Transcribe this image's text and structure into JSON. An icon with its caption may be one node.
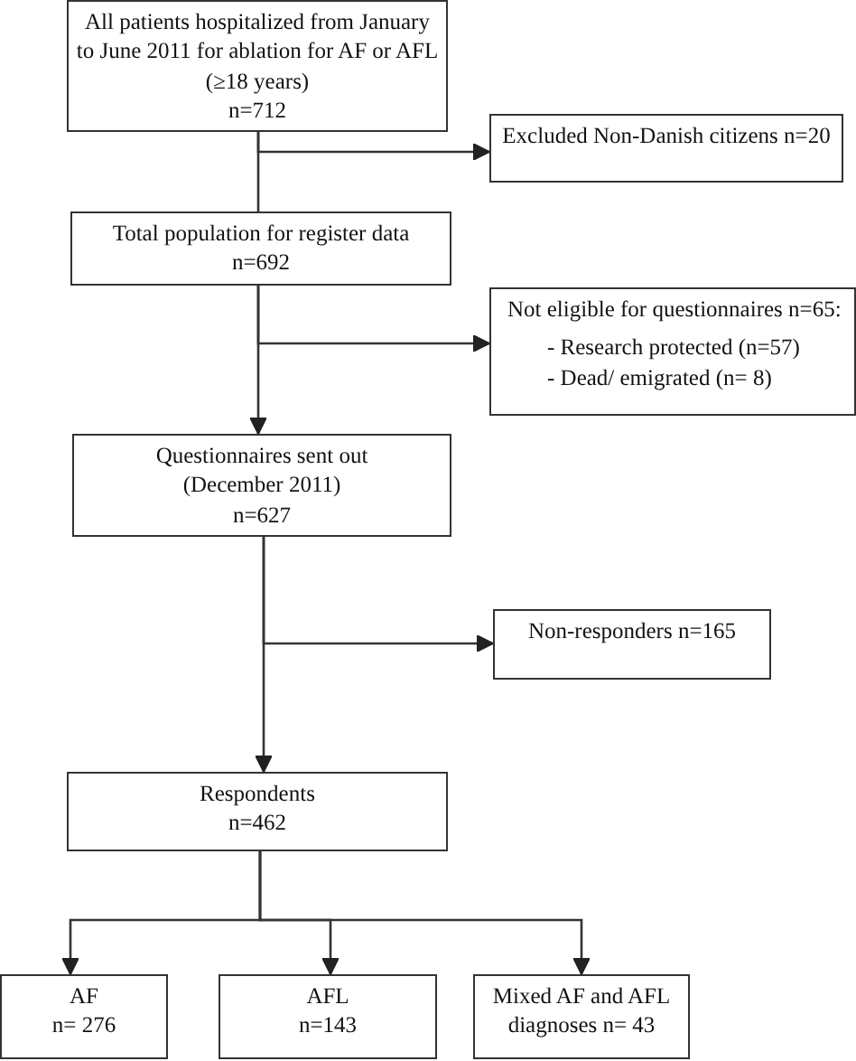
{
  "diagram": {
    "nodes": [
      {
        "text": [
          "All patients hospitalized from January to June 2011 for ablation for AF or AFL (≥18 years)",
          "n=712"
        ]
      },
      {
        "text": [
          "Excluded Non-Danish citizens n=20"
        ]
      },
      {
        "text": [
          "Total population for register data",
          "n=692"
        ]
      },
      {
        "text": [
          "Not eligible for questionnaires n=65:",
          "- Research protected (n=57)",
          "- Dead/ emigrated (n= 8)"
        ]
      },
      {
        "text": [
          "Questionnaires sent out (December 2011)",
          "n=627"
        ]
      },
      {
        "text": [
          "Non-responders n=165"
        ]
      },
      {
        "text": [
          "Respondents",
          "n=462"
        ]
      },
      {
        "text": [
          "AF",
          "n= 276"
        ]
      },
      {
        "text": [
          "AFL",
          "n=143"
        ]
      },
      {
        "text": [
          "Mixed AF and AFL diagnoses n= 43"
        ]
      }
    ],
    "edges": [
      {
        "from": 0,
        "to": 2,
        "arrow": "none"
      },
      {
        "from": 0,
        "to": 1,
        "arrow": "to"
      },
      {
        "from": 2,
        "to": 4,
        "arrow": "to"
      },
      {
        "from": 2,
        "to": 3,
        "arrow": "to"
      },
      {
        "from": 4,
        "to": 6,
        "arrow": "to"
      },
      {
        "from": 4,
        "to": 5,
        "arrow": "to"
      },
      {
        "from": 6,
        "to": 7,
        "arrow": "to"
      },
      {
        "from": 6,
        "to": 8,
        "arrow": "to"
      },
      {
        "from": 6,
        "to": 9,
        "arrow": "to"
      }
    ]
  }
}
